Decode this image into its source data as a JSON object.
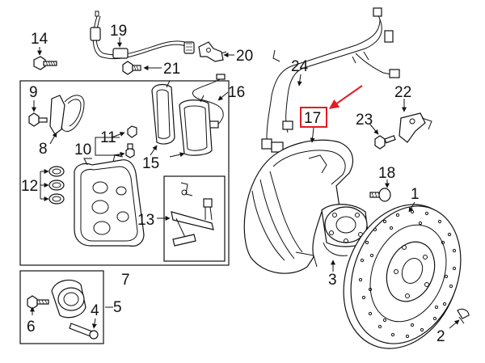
{
  "callouts": {
    "c1": "1",
    "c2": "2",
    "c3": "3",
    "c4": "4",
    "c5": "5",
    "c6": "6",
    "c7": "7",
    "c8": "8",
    "c9": "9",
    "c10": "10",
    "c11": "11",
    "c12": "12",
    "c13": "13",
    "c14": "14",
    "c15": "15",
    "c16": "16",
    "c17": "17",
    "c18": "18",
    "c19": "19",
    "c20": "20",
    "c21": "21",
    "c22": "22",
    "c23": "23",
    "c24": "24"
  },
  "highlight": {
    "callout": "17",
    "color": "#e31b23"
  }
}
